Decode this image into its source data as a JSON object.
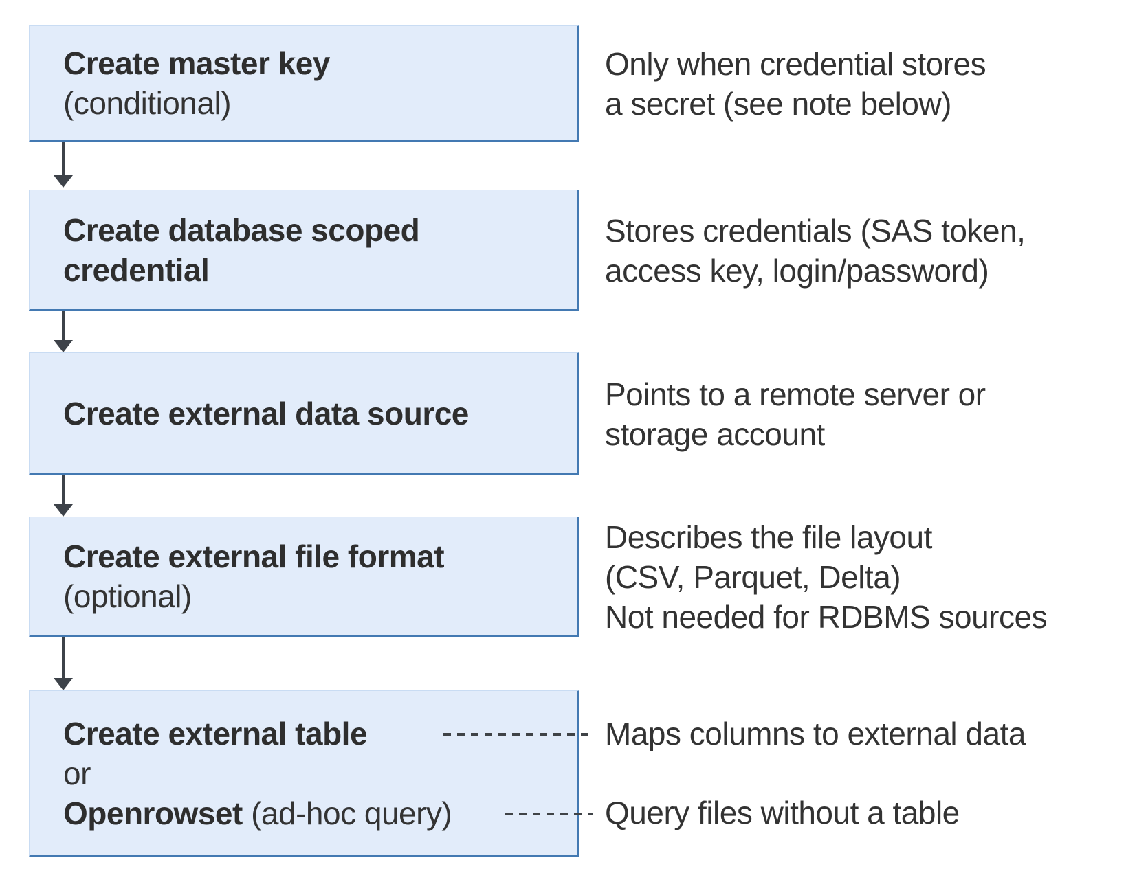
{
  "colors": {
    "box_fill": "#e2ecfa",
    "box_border_light": "#c9dcf3",
    "box_border_accent": "#4379b2",
    "arrow": "#3d4249",
    "dash": "#3f4347",
    "text": "#333333"
  },
  "steps": [
    {
      "box": {
        "title": "Create master key",
        "qualifier": "(conditional)"
      },
      "note_lines": [
        "Only when credential stores",
        "a secret (see note below)"
      ]
    },
    {
      "box": {
        "title_line1": "Create database scoped",
        "title_line2": "credential"
      },
      "note_lines": [
        "Stores credentials (SAS token,",
        "access key, login/password)"
      ]
    },
    {
      "box": {
        "title": "Create external data source"
      },
      "note_lines": [
        "Points to a remote server or",
        "storage account"
      ]
    },
    {
      "box": {
        "title": "Create external file format",
        "qualifier": "(optional)"
      },
      "note_lines": [
        "Describes the file layout",
        "(CSV, Parquet, Delta)",
        "Not needed for RDBMS sources"
      ]
    },
    {
      "box": {
        "title": "Create external table",
        "connector": "or",
        "alt_title": "Openrowset",
        "alt_qualifier": " (ad-hoc query)"
      },
      "callouts": [
        {
          "label": "Maps columns to external data"
        },
        {
          "label": "Query files without a table"
        }
      ]
    }
  ]
}
